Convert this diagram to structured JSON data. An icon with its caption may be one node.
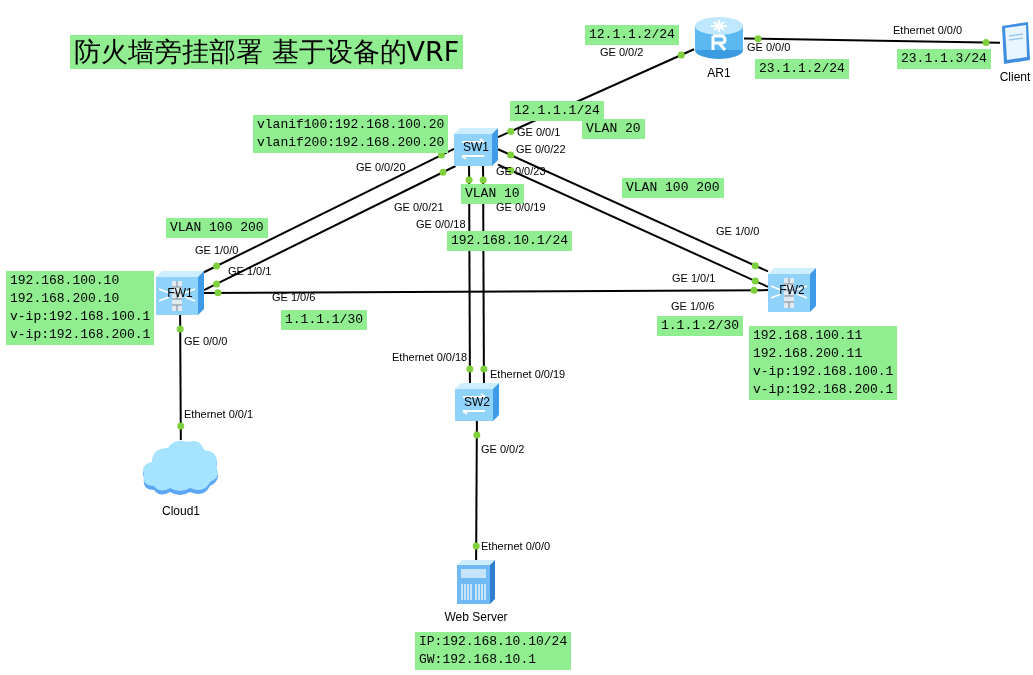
{
  "diagram": {
    "title": "防火墙旁挂部署 基于设备的VRF",
    "nodes": [
      {
        "text": [
          "AR1"
        ]
      },
      {
        "text": [
          "Client"
        ]
      },
      {
        "text": [
          "SW1"
        ]
      },
      {
        "text": [
          "FW1"
        ]
      },
      {
        "text": [
          "FW2"
        ]
      },
      {
        "text": [
          "SW2"
        ]
      },
      {
        "text": [
          "Cloud1"
        ]
      },
      {
        "text": [
          "Web Server"
        ]
      }
    ],
    "edges": [
      {
        "from": 0,
        "to": 2,
        "arrow": "none"
      },
      {
        "from": 0,
        "to": 1,
        "arrow": "none"
      },
      {
        "from": 2,
        "to": 3,
        "arrow": "none"
      },
      {
        "from": 2,
        "to": 3,
        "arrow": "none"
      },
      {
        "from": 2,
        "to": 4,
        "arrow": "none"
      },
      {
        "from": 2,
        "to": 4,
        "arrow": "none"
      },
      {
        "from": 2,
        "to": 5,
        "arrow": "none"
      },
      {
        "from": 2,
        "to": 5,
        "arrow": "none"
      },
      {
        "from": 3,
        "to": 4,
        "arrow": "none"
      },
      {
        "from": 3,
        "to": 6,
        "arrow": "none"
      },
      {
        "from": 5,
        "to": 7,
        "arrow": "none"
      }
    ],
    "labels": [
      "12.1.1.2/24",
      "GE 0/0/2",
      "GE 0/0/0",
      "Ethernet 0/0/0",
      "23.1.1.2/24",
      "23.1.1.3/24",
      "12.1.1.1/24",
      "vlanif100:192.168.100.20 vlanif200:192.168.200.20",
      "GE 0/0/1",
      "VLAN 20",
      "GE 0/0/22",
      "GE 0/0/20",
      "GE 0/0/23",
      "VLAN 100 200",
      "GE 0/0/21",
      "VLAN 10",
      "GE 0/0/19",
      "GE 0/0/18",
      "VLAN 100 200",
      "192.168.10.1/24",
      "GE 1/0/0",
      "GE 1/0/0",
      "GE 1/0/1",
      "GE 1/0/1",
      "192.168.100.10 192.168.200.10 v-ip:192.168.100.1 v-ip:192.168.200.1",
      "GE 1/0/6",
      "GE 1/0/6",
      "1.1.1.1/30",
      "1.1.1.2/30",
      "192.168.100.11 192.168.200.11 v-ip:192.168.100.1 v-ip:192.168.200.1",
      "GE 0/0/0",
      "Ethernet 0/0/18",
      "Ethernet 0/0/19",
      "Ethernet 0/0/1",
      "GE 0/0/2",
      "Ethernet 0/0/0",
      "IP:192.168.10.10/24 GW:192.168.10.1"
    ]
  }
}
